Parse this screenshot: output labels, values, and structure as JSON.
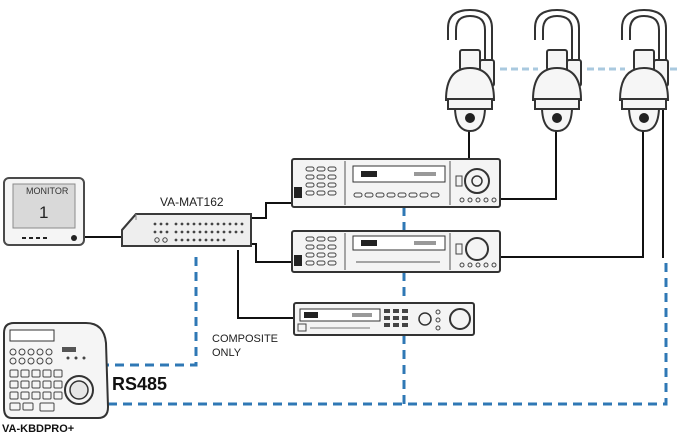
{
  "labels": {
    "monitor_title": "MONITOR",
    "monitor_number": "1",
    "matrix": "VA-MAT162",
    "composite": "COMPOSITE ONLY",
    "rs485": "RS485",
    "keyboard": "VA-KBDPRO+"
  },
  "colors": {
    "video_cable": "#111111",
    "rs485_cable": "#2f78b5",
    "camera_link": "#a9c9df",
    "device_body": "#f3f3f3",
    "device_stroke": "#555555"
  },
  "devices": [
    {
      "name": "monitor",
      "label": "MONITOR 1"
    },
    {
      "name": "matrix-switch",
      "label": "VA-MAT162"
    },
    {
      "name": "dvr",
      "label": ""
    },
    {
      "name": "dvr",
      "label": ""
    },
    {
      "name": "dvr-composite",
      "label": "COMPOSITE ONLY"
    },
    {
      "name": "ptz-camera",
      "label": ""
    },
    {
      "name": "ptz-camera",
      "label": ""
    },
    {
      "name": "ptz-camera",
      "label": ""
    },
    {
      "name": "keyboard-controller",
      "label": "VA-KBDPRO+"
    }
  ]
}
